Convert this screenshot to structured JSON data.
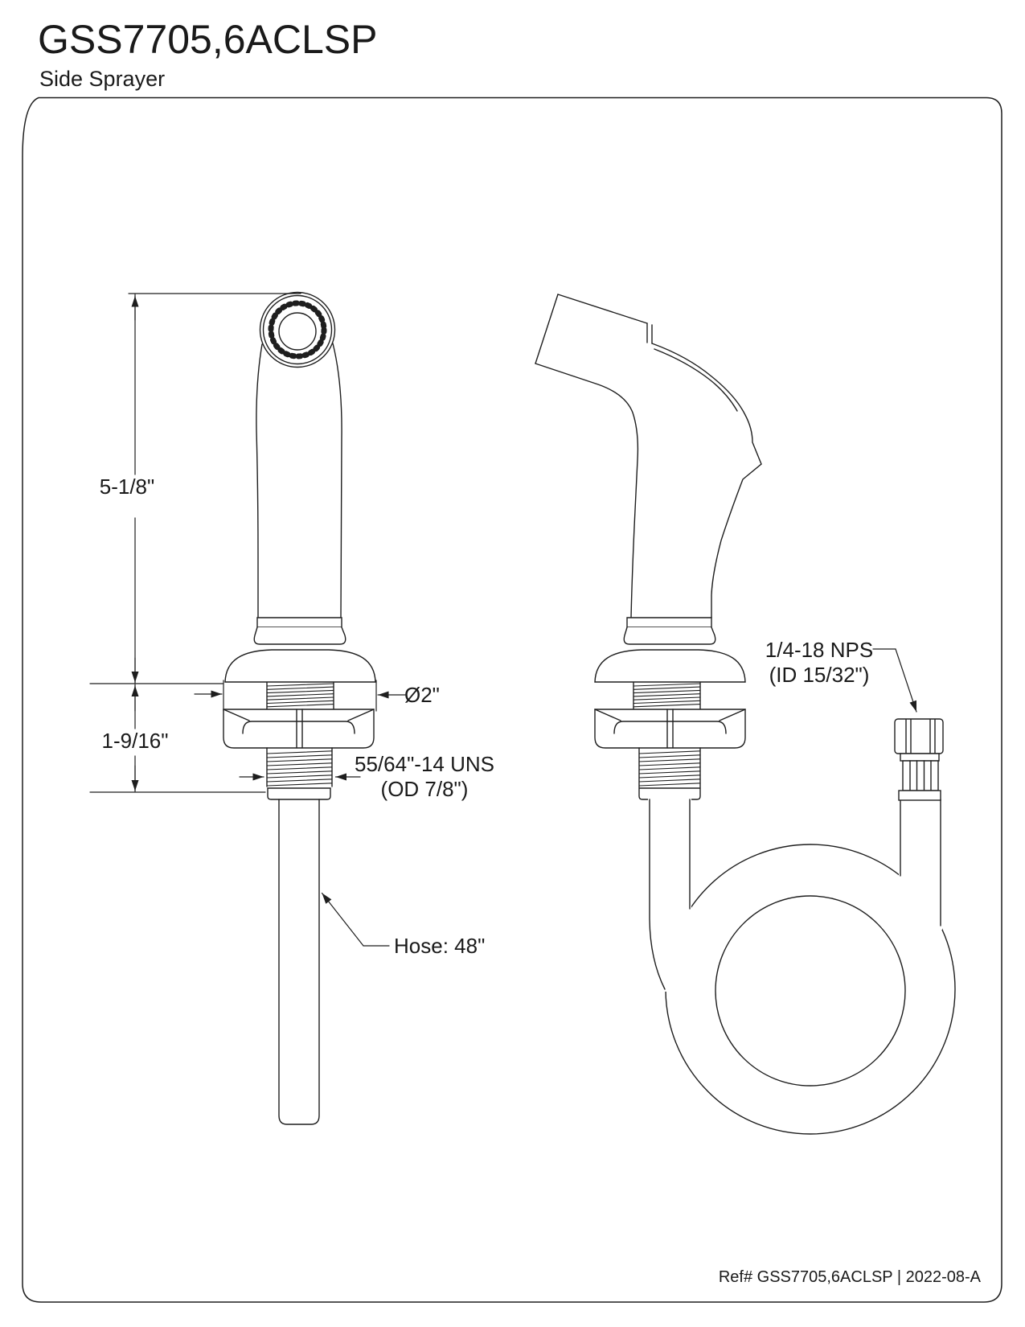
{
  "header": {
    "model": "GSS7705,6ACLSP",
    "subtitle": "Side Sprayer"
  },
  "front_view": {
    "height": "5-1/8\"",
    "shank_height": "1-9/16\"",
    "flange_diameter": "Ø2\"",
    "thread_spec": "55/64\"-14 UNS",
    "thread_spec_detail": "(OD 7/8\")",
    "hose_length": "Hose: 48\""
  },
  "side_view": {
    "fitting_spec": "1/4-18 NPS",
    "fitting_spec_detail": "(ID 15/32\")"
  },
  "footer": {
    "reference": "Ref# GSS7705,6ACLSP | 2022-08-A"
  }
}
